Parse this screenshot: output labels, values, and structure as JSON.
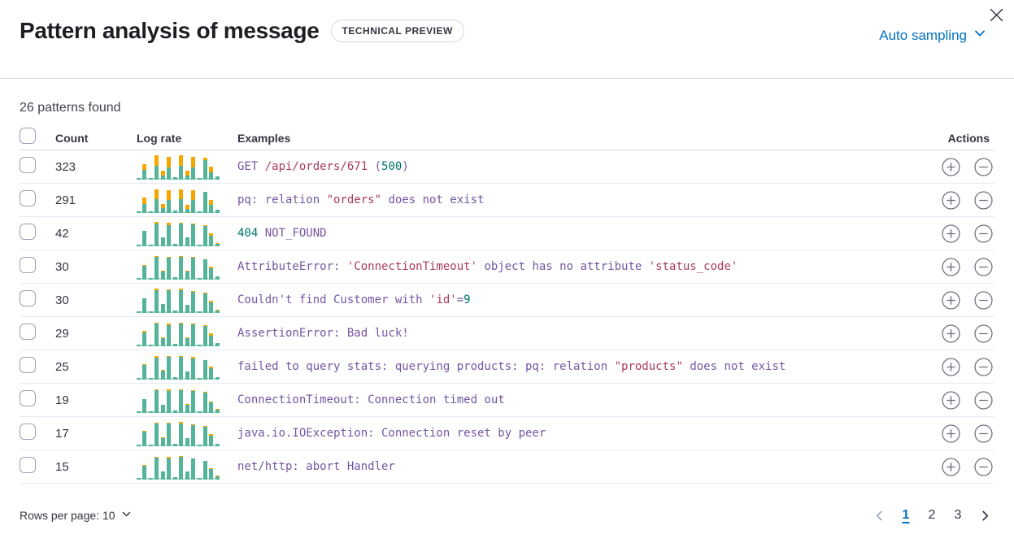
{
  "header": {
    "title": "Pattern analysis of message",
    "badge": "TECHNICAL PREVIEW",
    "sampling_label": "Auto sampling"
  },
  "summary_text": "26 patterns found",
  "colors": {
    "accent_blue": "#0071C2",
    "spark_green": "#54B399",
    "spark_orange": "#F6A600",
    "code_base": "#7556A3",
    "code_string": "#AB3B5E",
    "code_number": "#00756B",
    "icon_gray": "#69707D",
    "disabled_gray": "#A2ABBA"
  },
  "table": {
    "headers": {
      "count": "Count",
      "log_rate": "Log rate",
      "examples": "Examples",
      "actions": "Actions"
    },
    "rows": [
      {
        "count": "323",
        "example": [
          {
            "t": "GET ",
            "c": "base"
          },
          {
            "t": "/api/orders/671",
            "c": "string"
          },
          {
            "t": " (",
            "c": "base"
          },
          {
            "t": "500",
            "c": "number"
          },
          {
            "t": ")",
            "c": "base"
          }
        ],
        "spark": [
          [
            6,
            0
          ],
          [
            36,
            22
          ],
          [
            5,
            0
          ],
          [
            52,
            40
          ],
          [
            16,
            19
          ],
          [
            48,
            40
          ],
          [
            9,
            0
          ],
          [
            52,
            40
          ],
          [
            15,
            18
          ],
          [
            48,
            40
          ],
          [
            6,
            0
          ],
          [
            74,
            8
          ],
          [
            27,
            23
          ],
          [
            12,
            0
          ]
        ]
      },
      {
        "count": "291",
        "example": [
          {
            "t": "pq: relation ",
            "c": "base"
          },
          {
            "t": "\"orders\"",
            "c": "string"
          },
          {
            "t": " does not exist",
            "c": "base"
          }
        ],
        "spark": [
          [
            6,
            0
          ],
          [
            34,
            24
          ],
          [
            5,
            0
          ],
          [
            54,
            38
          ],
          [
            18,
            17
          ],
          [
            50,
            38
          ],
          [
            9,
            0
          ],
          [
            54,
            38
          ],
          [
            16,
            17
          ],
          [
            50,
            38
          ],
          [
            6,
            0
          ],
          [
            82,
            0
          ],
          [
            32,
            18
          ],
          [
            12,
            0
          ]
        ]
      },
      {
        "count": "42",
        "example": [
          {
            "t": "404",
            "c": "number"
          },
          {
            "t": " NOT_FOUND",
            "c": "base"
          }
        ],
        "spark": [
          [
            6,
            0
          ],
          [
            58,
            0
          ],
          [
            5,
            0
          ],
          [
            86,
            6
          ],
          [
            35,
            0
          ],
          [
            80,
            8
          ],
          [
            9,
            0
          ],
          [
            88,
            4
          ],
          [
            33,
            0
          ],
          [
            84,
            4
          ],
          [
            6,
            0
          ],
          [
            78,
            4
          ],
          [
            42,
            8
          ],
          [
            8,
            4
          ]
        ]
      },
      {
        "count": "30",
        "example": [
          {
            "t": "AttributeError: ",
            "c": "base"
          },
          {
            "t": "'ConnectionTimeout'",
            "c": "string"
          },
          {
            "t": " object has no attribute ",
            "c": "base"
          },
          {
            "t": "'status_code'",
            "c": "string"
          }
        ],
        "spark": [
          [
            6,
            0
          ],
          [
            54,
            4
          ],
          [
            5,
            0
          ],
          [
            88,
            4
          ],
          [
            32,
            4
          ],
          [
            84,
            4
          ],
          [
            9,
            0
          ],
          [
            88,
            4
          ],
          [
            30,
            4
          ],
          [
            84,
            4
          ],
          [
            6,
            0
          ],
          [
            78,
            0
          ],
          [
            44,
            6
          ],
          [
            12,
            0
          ]
        ]
      },
      {
        "count": "30",
        "example": [
          {
            "t": "Couldn't find Customer with ",
            "c": "base"
          },
          {
            "t": "'id'",
            "c": "string"
          },
          {
            "t": "=",
            "c": "base"
          },
          {
            "t": "9",
            "c": "number"
          }
        ],
        "spark": [
          [
            6,
            0
          ],
          [
            56,
            0
          ],
          [
            5,
            0
          ],
          [
            86,
            6
          ],
          [
            34,
            0
          ],
          [
            86,
            4
          ],
          [
            9,
            0
          ],
          [
            86,
            6
          ],
          [
            32,
            0
          ],
          [
            82,
            4
          ],
          [
            6,
            0
          ],
          [
            76,
            4
          ],
          [
            42,
            6
          ],
          [
            10,
            4
          ]
        ]
      },
      {
        "count": "29",
        "example": [
          {
            "t": "AssertionError: Bad luck!",
            "c": "base"
          }
        ],
        "spark": [
          [
            6,
            0
          ],
          [
            52,
            6
          ],
          [
            5,
            0
          ],
          [
            88,
            4
          ],
          [
            30,
            4
          ],
          [
            82,
            6
          ],
          [
            9,
            0
          ],
          [
            88,
            4
          ],
          [
            32,
            4
          ],
          [
            84,
            4
          ],
          [
            6,
            0
          ],
          [
            78,
            4
          ],
          [
            40,
            8
          ],
          [
            12,
            0
          ]
        ]
      },
      {
        "count": "25",
        "example": [
          {
            "t": "failed to query stats: querying products: pq: relation ",
            "c": "base"
          },
          {
            "t": "\"products\"",
            "c": "string"
          },
          {
            "t": " does not exist",
            "c": "base"
          }
        ],
        "spark": [
          [
            6,
            0
          ],
          [
            56,
            4
          ],
          [
            5,
            0
          ],
          [
            84,
            6
          ],
          [
            34,
            4
          ],
          [
            86,
            4
          ],
          [
            9,
            0
          ],
          [
            88,
            4
          ],
          [
            30,
            0
          ],
          [
            82,
            6
          ],
          [
            6,
            0
          ],
          [
            76,
            0
          ],
          [
            44,
            6
          ],
          [
            10,
            0
          ]
        ]
      },
      {
        "count": "19",
        "example": [
          {
            "t": "ConnectionTimeout: Connection timed out",
            "c": "base"
          }
        ],
        "spark": [
          [
            6,
            0
          ],
          [
            54,
            0
          ],
          [
            5,
            0
          ],
          [
            88,
            4
          ],
          [
            32,
            0
          ],
          [
            84,
            6
          ],
          [
            9,
            0
          ],
          [
            86,
            4
          ],
          [
            32,
            4
          ],
          [
            84,
            4
          ],
          [
            6,
            0
          ],
          [
            78,
            4
          ],
          [
            42,
            4
          ],
          [
            12,
            4
          ]
        ]
      },
      {
        "count": "17",
        "example": [
          {
            "t": "java.io.IOException: Connection reset by peer",
            "c": "base"
          }
        ],
        "spark": [
          [
            6,
            0
          ],
          [
            56,
            4
          ],
          [
            5,
            0
          ],
          [
            86,
            4
          ],
          [
            30,
            4
          ],
          [
            86,
            4
          ],
          [
            9,
            0
          ],
          [
            88,
            6
          ],
          [
            32,
            0
          ],
          [
            82,
            4
          ],
          [
            6,
            0
          ],
          [
            76,
            4
          ],
          [
            40,
            6
          ],
          [
            10,
            0
          ]
        ]
      },
      {
        "count": "15",
        "example": [
          {
            "t": "net/http: abort Handler",
            "c": "base"
          }
        ],
        "spark": [
          [
            6,
            0
          ],
          [
            52,
            4
          ],
          [
            5,
            0
          ],
          [
            84,
            4
          ],
          [
            30,
            0
          ],
          [
            82,
            6
          ],
          [
            9,
            0
          ],
          [
            86,
            4
          ],
          [
            30,
            0
          ],
          [
            80,
            0
          ],
          [
            6,
            0
          ],
          [
            72,
            0
          ],
          [
            40,
            4
          ],
          [
            12,
            4
          ]
        ]
      }
    ]
  },
  "footer": {
    "rows_per_page_label": "Rows per page: 10",
    "pages": [
      "1",
      "2",
      "3"
    ],
    "active_page": "1"
  }
}
